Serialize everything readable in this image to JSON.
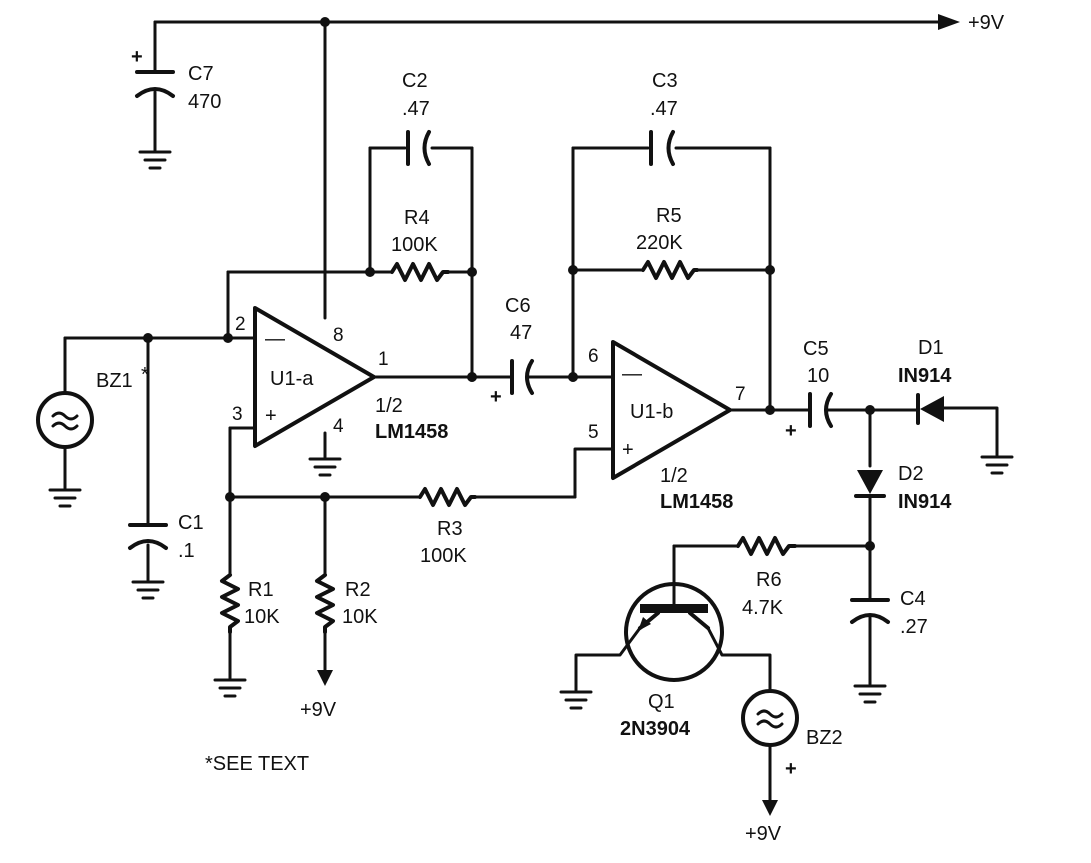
{
  "rails": {
    "top": "+9V",
    "r2_bottom": "+9V",
    "bz2_bottom": "+9V"
  },
  "c7": {
    "ref": "C7",
    "value": "470",
    "polarity": "+"
  },
  "c2": {
    "ref": "C2",
    "value": ".47"
  },
  "c3": {
    "ref": "C3",
    "value": ".47"
  },
  "r4": {
    "ref": "R4",
    "value": "100K"
  },
  "r5": {
    "ref": "R5",
    "value": "220K"
  },
  "u1a": {
    "ref": "U1-a",
    "part_fraction": "1/2",
    "part": "LM1458",
    "pin2": "2",
    "pin3": "3",
    "pin1": "1",
    "pin8": "8",
    "pin4": "4",
    "minus": "—",
    "plus": "+"
  },
  "u1b": {
    "ref": "U1-b",
    "part_fraction": "1/2",
    "part": "LM1458",
    "pin6": "6",
    "pin5": "5",
    "pin7": "7",
    "minus": "—",
    "plus": "+"
  },
  "c6": {
    "ref": "C6",
    "value": "47",
    "polarity": "+"
  },
  "c5": {
    "ref": "C5",
    "value": "10",
    "polarity": "+"
  },
  "d1": {
    "ref": "D1",
    "part": "IN914"
  },
  "d2": {
    "ref": "D2",
    "part": "IN914"
  },
  "bz1": {
    "ref": "BZ1",
    "star": "*"
  },
  "c1": {
    "ref": "C1",
    "value": ".1"
  },
  "r1": {
    "ref": "R1",
    "value": "10K"
  },
  "r2": {
    "ref": "R2",
    "value": "10K"
  },
  "r3": {
    "ref": "R3",
    "value": "100K"
  },
  "r6": {
    "ref": "R6",
    "value": "4.7K"
  },
  "c4": {
    "ref": "C4",
    "value": ".27"
  },
  "q1": {
    "ref": "Q1",
    "part": "2N3904"
  },
  "bz2": {
    "ref": "BZ2",
    "polarity": "+"
  },
  "note": "*SEE TEXT",
  "colors": {
    "ink": "#111111",
    "paper": "#ffffff"
  }
}
